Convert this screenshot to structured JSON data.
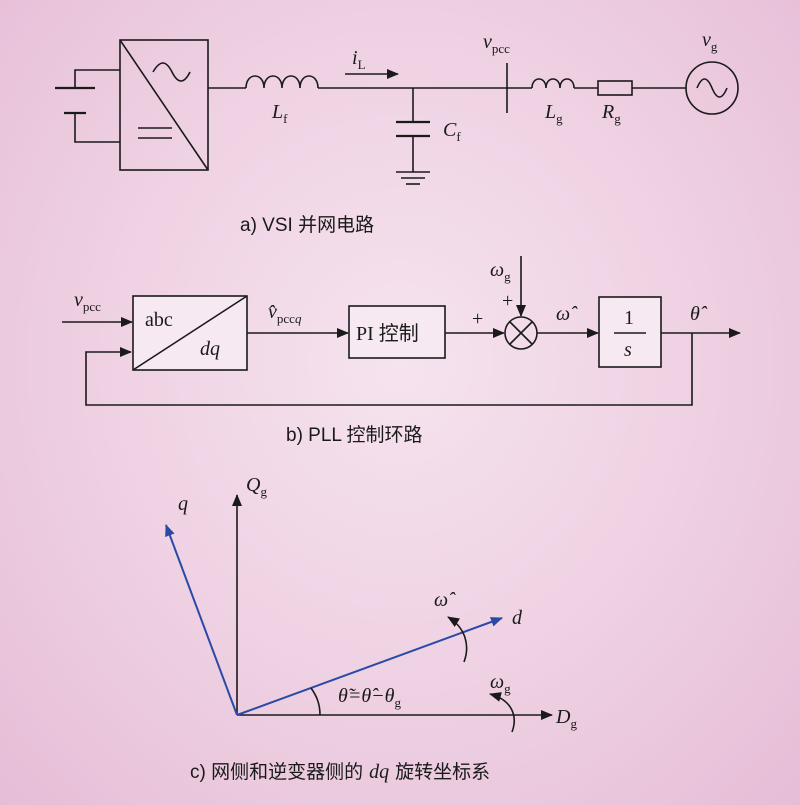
{
  "circuit": {
    "current_label": "i",
    "current_sub": "L",
    "inductor_f": "L",
    "inductor_f_sub": "f",
    "cap": "C",
    "cap_sub": "f",
    "vpcc": "v",
    "vpcc_sub": "pcc",
    "inductor_g": "L",
    "inductor_g_sub": "g",
    "resistor_g": "R",
    "resistor_g_sub": "g",
    "source": "v",
    "source_sub": "g",
    "caption": "a) VSI 并网电路"
  },
  "pll": {
    "input": "v",
    "input_sub": "pcc",
    "block_abc": "abc",
    "block_dq": "dq",
    "vq": "v̂",
    "vq_sub": "pcc",
    "vq_sub2": "q",
    "pi_block": "PI 控制",
    "plus1": "+",
    "plus2": "+",
    "omega_g": "ω",
    "omega_g_sub": "g",
    "omega_hat": "ω̂",
    "int_num": "1",
    "int_den": "s",
    "theta_hat": "θ̂",
    "caption": "b) PLL 控制环路"
  },
  "frame": {
    "Q": "Q",
    "Q_sub": "g",
    "D": "D",
    "D_sub": "g",
    "q": "q",
    "d": "d",
    "omega_hat": "ω̂",
    "omega_g": "ω",
    "omega_g_sub": "g",
    "error_lhs": "θ̃=θ̂−θ",
    "error_sub": "g",
    "caption_pre": "c) 网侧和逆变器侧的",
    "caption_dq": "dq",
    "caption_post": "旋转坐标系"
  },
  "colors": {
    "axis": "#1a1a1a",
    "rotating_frame": "#2b4aa8"
  }
}
